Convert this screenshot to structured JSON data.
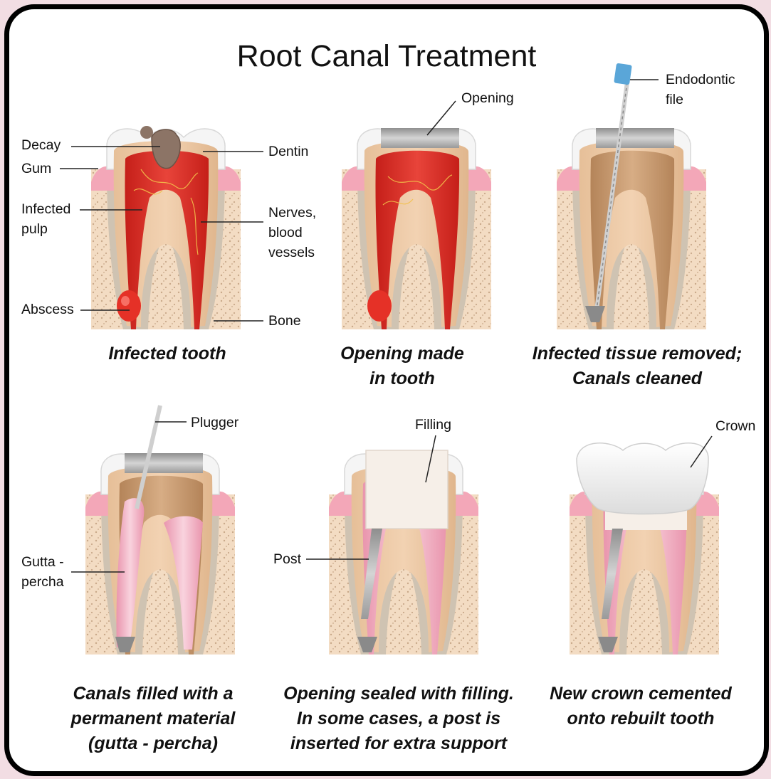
{
  "title": "Root Canal Treatment",
  "captions": {
    "p1": "Infected tooth",
    "p2": [
      "Opening made",
      "in tooth"
    ],
    "p3": [
      "Infected tissue removed;",
      "Canals cleaned"
    ],
    "p4": [
      "Canals filled with a",
      "permanent material",
      "(gutta - percha)"
    ],
    "p5": [
      "Opening sealed with filling.",
      "In some cases, a post is",
      "inserted for extra support"
    ],
    "p6": [
      "New crown cemented",
      "onto rebuilt tooth"
    ]
  },
  "labels": {
    "decay": "Decay",
    "gum": "Gum",
    "infected_pulp": [
      "Infected",
      "pulp"
    ],
    "abscess": "Abscess",
    "dentin": "Dentin",
    "nerves": [
      "Nerves,",
      "blood",
      "vessels"
    ],
    "bone": "Bone",
    "opening": "Opening",
    "endodontic_file": [
      "Endodontic",
      "file"
    ],
    "plugger": "Plugger",
    "gutta_percha": [
      "Gutta -",
      "percha"
    ],
    "filling": "Filling",
    "post": "Post",
    "crown": "Crown"
  },
  "colors": {
    "bone": "#f3dcc3",
    "bone_dots": "#c9a98a",
    "gum": "#f3a7b8",
    "root_sheath": "#cfc3b2",
    "dentin": "#e8c3a0",
    "enamel": "#f7f7f7",
    "pulp_infected": "#d32a22",
    "pulp_cleaned": "#c79a73",
    "gutta_percha": "#f2b3c4",
    "metal": "#b8b8b8",
    "file_handle": "#5aa6d8",
    "crown": "#f5f5f5"
  }
}
